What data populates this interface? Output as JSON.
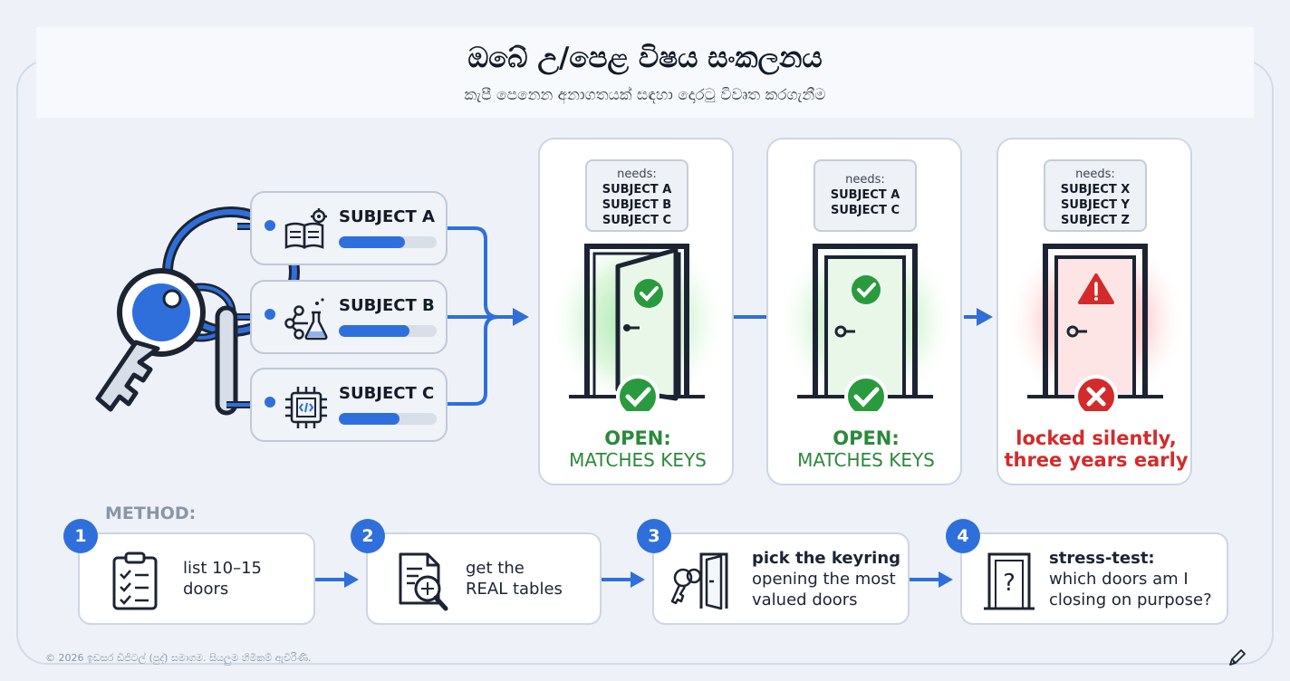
{
  "header": {
    "title": "ඔබේ උ/පෙළ විෂය සංකලනය",
    "subtitle": "කැපී පෙනෙන අනාගතයක් සඳහා දොරටු විවෘත කරගැනීම"
  },
  "subjects": [
    {
      "label": "SUBJECT A",
      "icon": "book-gear-icon",
      "fill": 0.68
    },
    {
      "label": "SUBJECT B",
      "icon": "molecule-flask-icon",
      "fill": 0.72
    },
    {
      "label": "SUBJECT C",
      "icon": "chip-code-icon",
      "fill": 0.62
    }
  ],
  "doors": [
    {
      "needs_label": "needs:",
      "needs": [
        "SUBJECT A",
        "SUBJECT B",
        "SUBJECT C"
      ],
      "status_line1": "OPEN:",
      "status_line2": "MATCHES KEYS",
      "state": "open"
    },
    {
      "needs_label": "needs:",
      "needs": [
        "SUBJECT A",
        "SUBJECT C"
      ],
      "status_line1": "OPEN:",
      "status_line2": "MATCHES KEYS",
      "state": "open"
    },
    {
      "needs_label": "needs:",
      "needs": [
        "SUBJECT X",
        "SUBJECT Y",
        "SUBJECT Z"
      ],
      "status_line1": "locked silently,",
      "status_line2": "three years early",
      "state": "locked"
    }
  ],
  "method": {
    "label": "METHOD:",
    "steps": [
      {
        "num": "1",
        "icon": "checklist-icon",
        "line1_bold": "",
        "line1": "list 10–15",
        "line2": "doors",
        "line3": ""
      },
      {
        "num": "2",
        "icon": "document-magnifier-icon",
        "line1_bold": "",
        "line1": "get the",
        "line2": "REAL tables",
        "line3": ""
      },
      {
        "num": "3",
        "icon": "key-door-icon",
        "line1_bold": "pick the keyring",
        "line1": "opening the most",
        "line2": "valued doors",
        "line3": ""
      },
      {
        "num": "4",
        "icon": "question-door-icon",
        "line1_bold": "stress-test:",
        "line1": "which doors am I",
        "line2": "closing on purpose?",
        "line3": ""
      }
    ]
  },
  "footer": {
    "copyright": "© 2026 ඉඩසර ඩිජිටල් (පුද්) සමාගම. සියලුම හිමිකම් ඇවිරිණි."
  },
  "colors": {
    "accent": "#2f6fdc",
    "success": "#2a8a3a",
    "danger": "#d32b2b"
  }
}
